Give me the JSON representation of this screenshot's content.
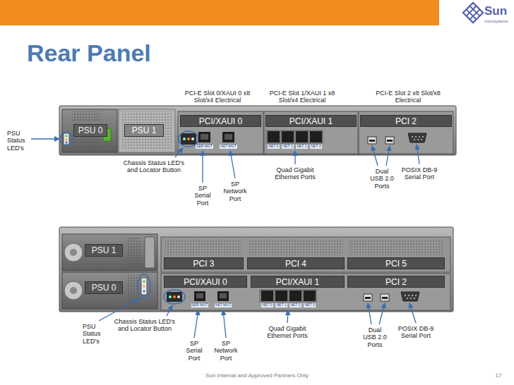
{
  "diagram": {
    "title": "Rear Panel",
    "nodes": [
      {
        "text": [
          "PSU 0"
        ]
      },
      {
        "text": [
          "PSU 1"
        ]
      },
      {
        "text": [
          "PCI/XAUI 0"
        ]
      },
      {
        "text": [
          "PCI/XAUI 1"
        ]
      },
      {
        "text": [
          "PCI 2"
        ]
      },
      {
        "text": [
          "PSU 1"
        ]
      },
      {
        "text": [
          "PCI 3"
        ]
      },
      {
        "text": [
          "PCI 4"
        ]
      },
      {
        "text": [
          "PCI 5"
        ]
      },
      {
        "text": [
          "PSU 0"
        ]
      },
      {
        "text": [
          "PCI/XAUI 0"
        ]
      },
      {
        "text": [
          "PCI/XAUI 1"
        ]
      },
      {
        "text": [
          "PCI 2"
        ]
      }
    ],
    "labels": [
      "Sun",
      "microsystems",
      "PCI-E Slot 0/XAUI 0 x8 Slot/x4 Electrical",
      "PCI-E Slot 1/XAUI 1 x8 Slot/x4 Electrical",
      "PCI-E Slot 2 x8 Slot/x8 Electrical",
      "PSU Status LED's",
      "SER MGT",
      "NET MGT",
      "NET 0",
      "NET 1",
      "NET 2",
      "NET 3",
      "Chassis Status LED's and Locator Button",
      "SP Serial Port",
      "SP Network Port",
      "Quad Gigabit Ethernet Ports",
      "Dual USB 2.0 Ports",
      "POSIX DB-9 Serial Port",
      "SER MGT",
      "NET MGT",
      "NET 0",
      "NET 1",
      "NET 2",
      "NET 3",
      "PSU Status LED's",
      "Chassis Status LED's and Locator Button",
      "SP Serial Port",
      "SP Network Port",
      "Quad Gigabit Ethernet Ports",
      "Dual USB 2.0 Ports",
      "POSIX DB-9 Serial Port",
      "Sun Internal and Approved Partners Only",
      "17"
    ]
  }
}
